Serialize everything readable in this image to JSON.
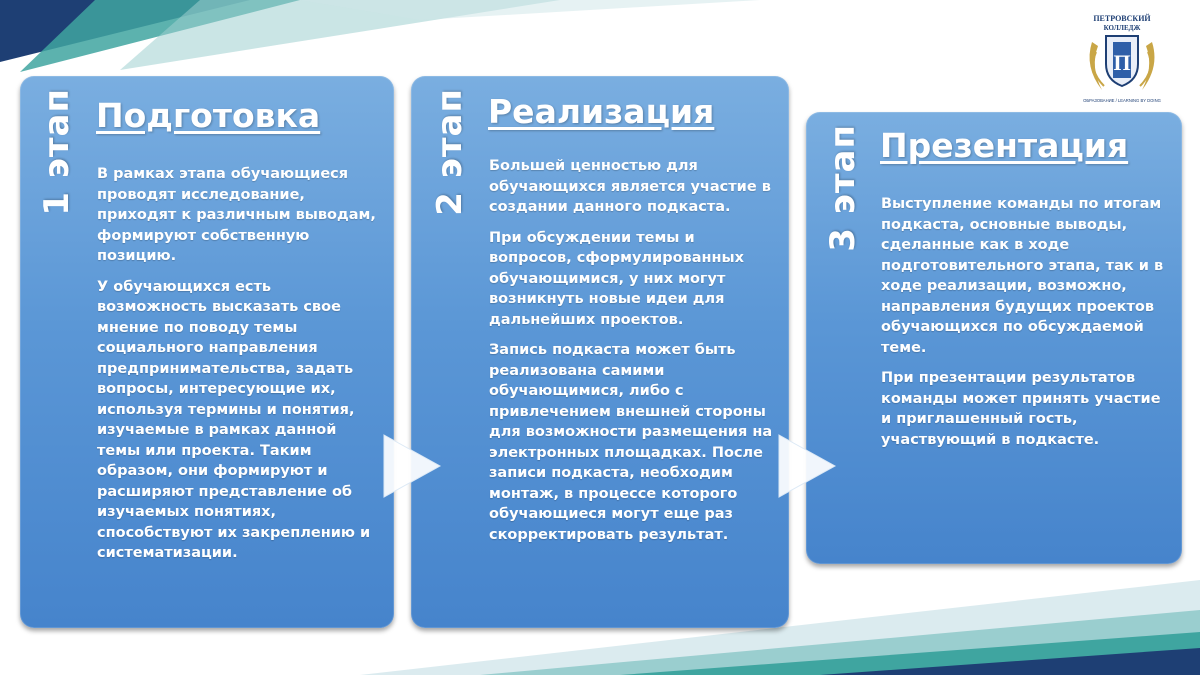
{
  "logo": {
    "text_line1": "ПЕТРОВСКИЙ",
    "text_line2": "КОЛЛЕДЖ",
    "monogram": "П",
    "arc_text": "ОБРАЗОВАНИЕ / LEARNING BY DOING"
  },
  "stages": [
    {
      "stage_label": "1 этап",
      "title": "Подготовка",
      "paragraphs": [
        "В рамках этапа обучающиеся проводят исследование, приходят к различным выводам, формируют собственную позицию.",
        "У обучающихся есть возможность высказать свое мнение по поводу темы социального направления предпринимательства, задать вопросы, интересующие их, используя термины и понятия, изучаемые в рамках данной темы или проекта. Таким образом, они формируют и расширяют представление об изучаемых понятиях, способствуют их закреплению и систематизации."
      ]
    },
    {
      "stage_label": "2 этап",
      "title": "Реализация",
      "paragraphs": [
        "Большей ценностью для обучающихся является участие в создании данного подкаста.",
        "При обсуждении темы и вопросов, сформулированных обучающимися, у них могут возникнуть новые идеи для дальнейших проектов.",
        "Запись подкаста может быть реализована самими обучающимися, либо с привлечением внешней стороны для возможности размещения на электронных площадках. После записи подкаста, необходим монтаж, в процессе которого обучающиеся могут еще раз скорректировать результат."
      ]
    },
    {
      "stage_label": "3 этап",
      "title": "Презентация",
      "paragraphs": [
        "Выступление команды по итогам подкаста, основные выводы, сделанные как в ходе подготовительного этапа, так и в ходе реализации, возможно, направления будущих проектов обучающихся по обсуждаемой теме.",
        "При презентации результатов команды может принять участие и приглашенный гость, участвующий в подкасте."
      ]
    }
  ],
  "colors": {
    "card_top": "#7aaee0",
    "card_bottom": "#4684cc",
    "accent_teal": "#3fa5a0",
    "accent_navy": "#1e3f74"
  }
}
